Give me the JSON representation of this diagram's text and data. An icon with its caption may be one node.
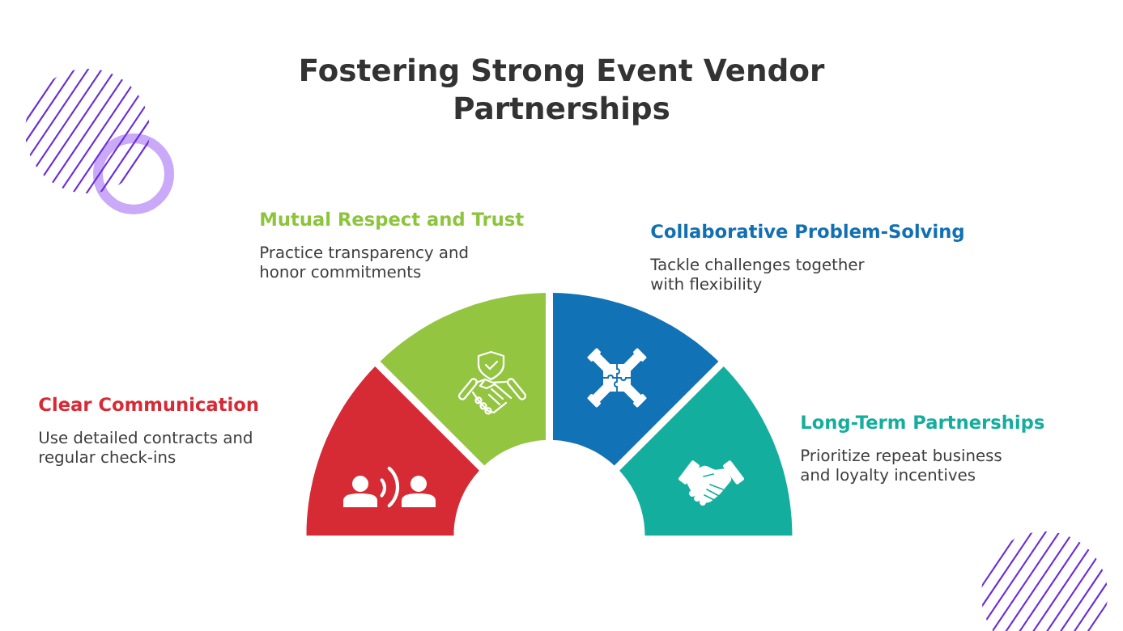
{
  "diagram": {
    "title": "Fostering Strong Event Vendor Partnerships",
    "nodes": [
      {
        "text": [],
        "shape": "sector",
        "beside": [
          "Clear Communication",
          "Use detailed contracts and regular check-ins"
        ]
      },
      {
        "text": [],
        "shape": "sector",
        "beside": [
          "Mutual Respect and Trust",
          "Practice transparency and honor commitments"
        ]
      },
      {
        "text": [],
        "shape": "sector",
        "beside": [
          "Collaborative Problem-Solving",
          "Tackle challenges together with flexibility"
        ]
      },
      {
        "text": [],
        "shape": "sector",
        "beside": [
          "Long-Term Partnerships",
          "Prioritize repeat business and loyalty incentives"
        ]
      }
    ]
  }
}
